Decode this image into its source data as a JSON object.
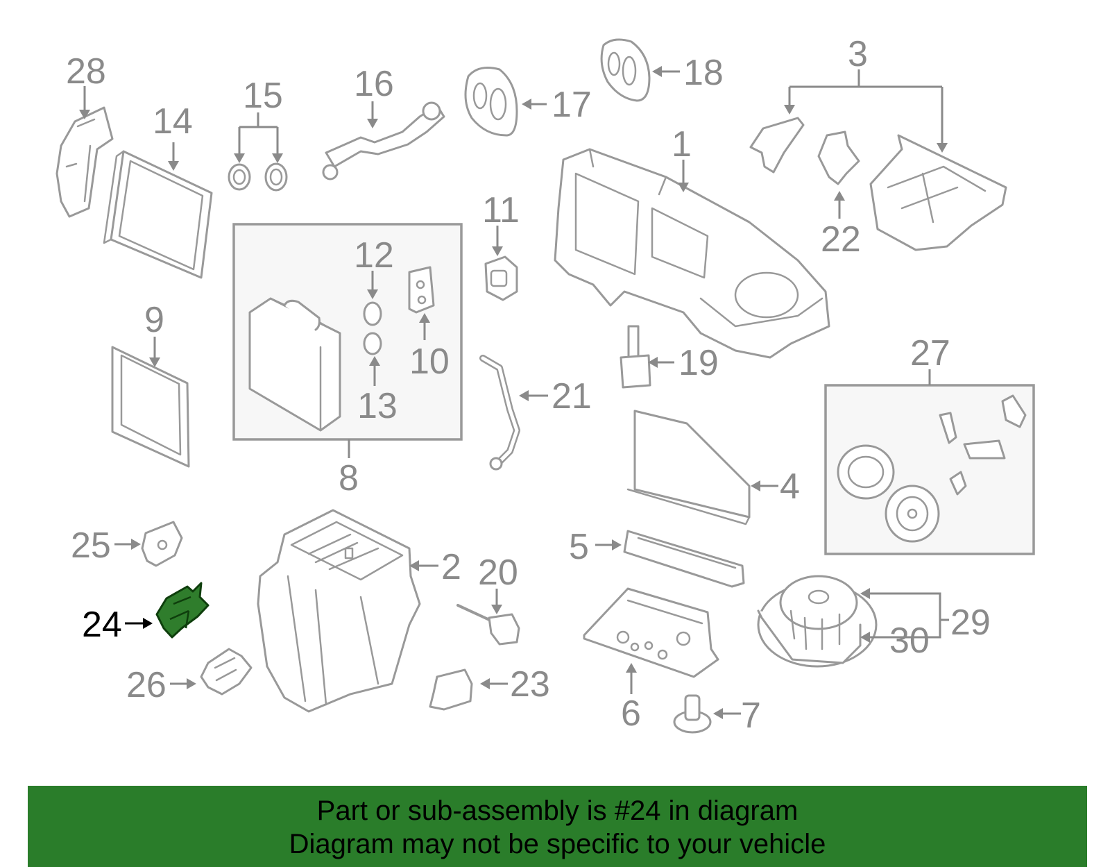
{
  "diagram": {
    "highlight_color": "#2f7d2c",
    "banner_color": "#2a7d2a",
    "callouts": {
      "c1": "1",
      "c2": "2",
      "c3": "3",
      "c4": "4",
      "c5": "5",
      "c6": "6",
      "c7": "7",
      "c8": "8",
      "c9": "9",
      "c10": "10",
      "c11": "11",
      "c12": "12",
      "c13": "13",
      "c14": "14",
      "c15": "15",
      "c16": "16",
      "c17": "17",
      "c18": "18",
      "c19": "19",
      "c20": "20",
      "c21": "21",
      "c22": "22",
      "c23": "23",
      "c24": "24",
      "c25": "25",
      "c26": "26",
      "c27": "27",
      "c28": "28",
      "c29": "29",
      "c30": "30"
    }
  },
  "footer": {
    "line1": "Part or sub-assembly is #24 in diagram",
    "line2": "Diagram may not be specific to your vehicle"
  }
}
